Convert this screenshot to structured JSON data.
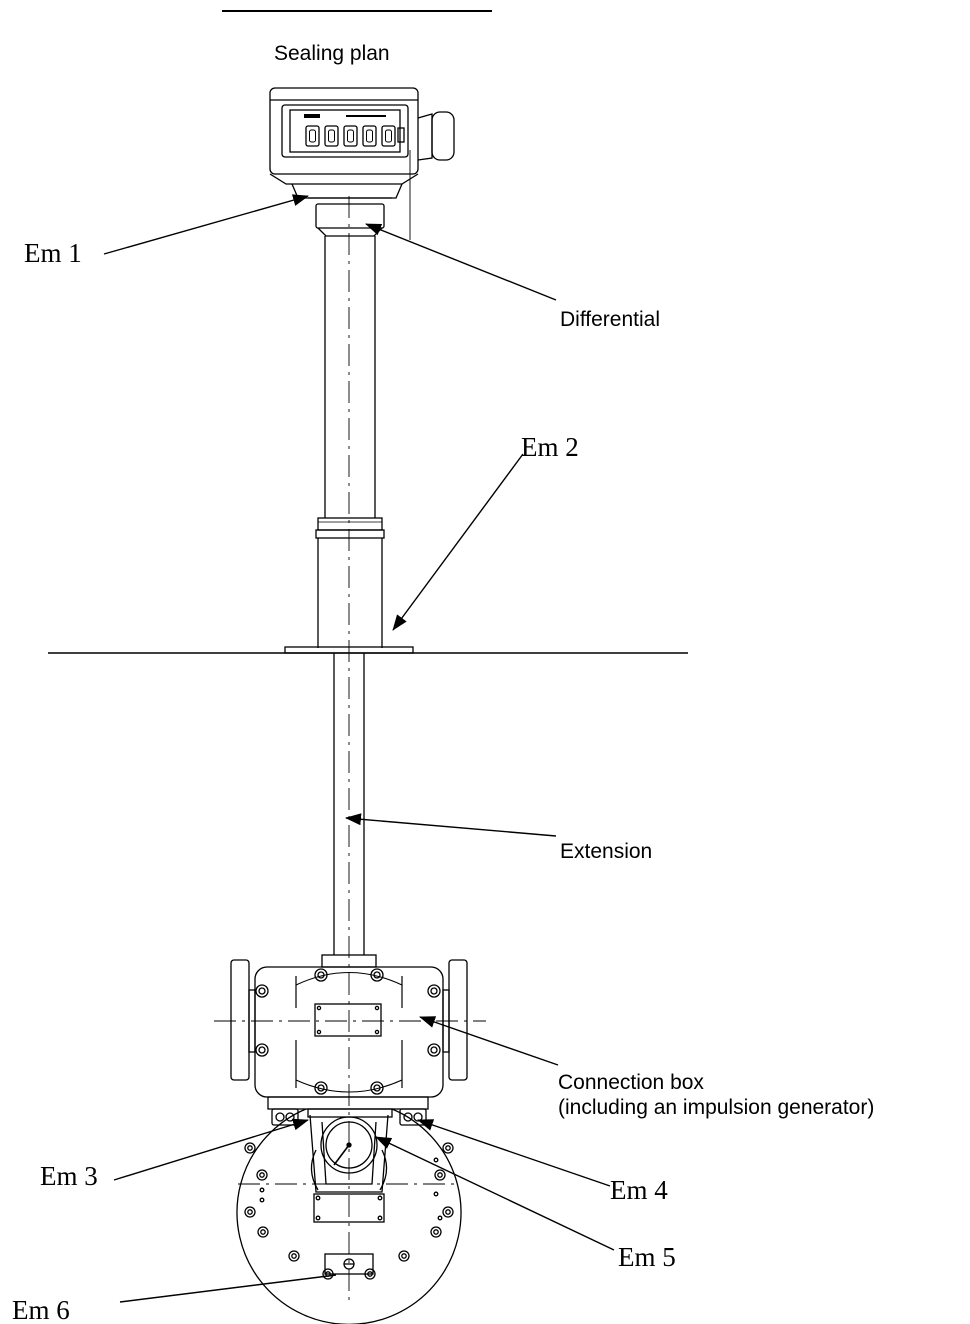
{
  "labels": {
    "title": "Sealing plan",
    "em1": "Em 1",
    "differential": "Differential",
    "em2": "Em 2",
    "extension": "Extension",
    "connection_box_line1": "Connection box",
    "connection_box_line2": "(including an impulsion generator)",
    "em3": "Em 3",
    "em4": "Em 4",
    "em5": "Em 5",
    "em6": "Em 6"
  },
  "counter": {
    "digit_count": 5
  },
  "colors": {
    "line": "#000000",
    "background": "#ffffff"
  }
}
